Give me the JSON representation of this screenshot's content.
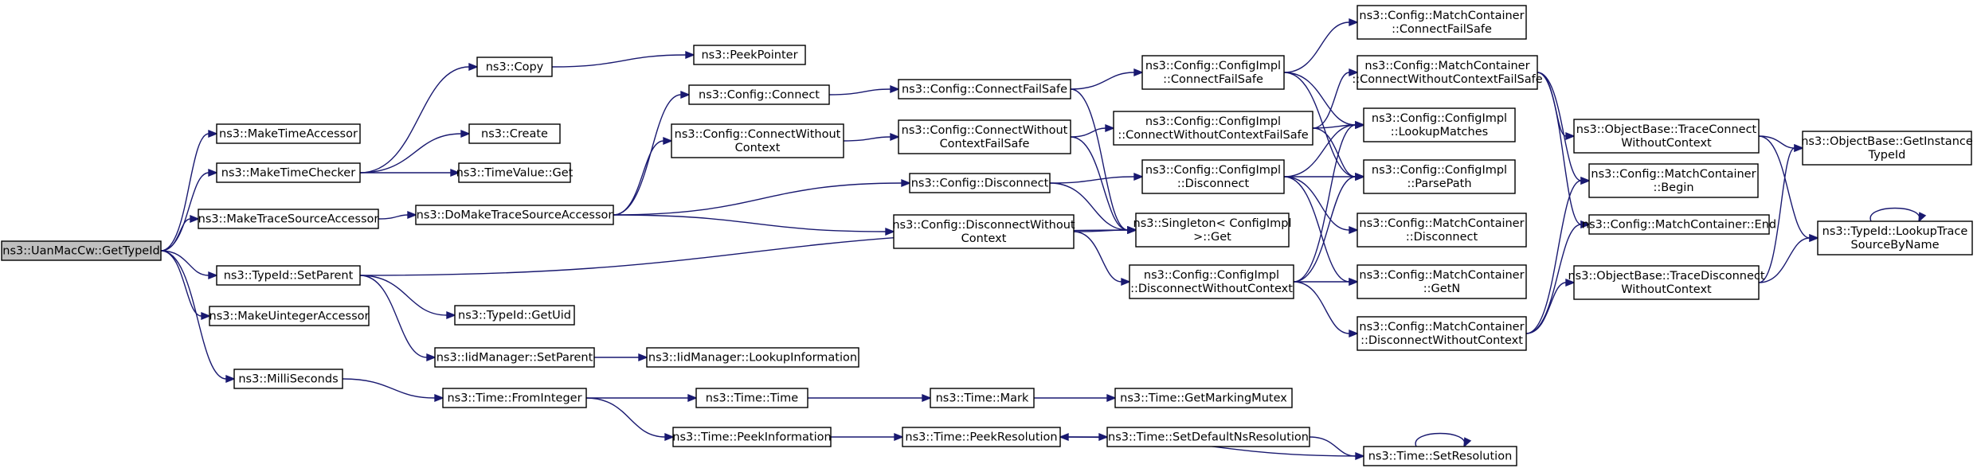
{
  "nodes": [
    {
      "id": "root",
      "lines": [
        "ns3::UanMacCw::GetTypeId"
      ],
      "root": true
    },
    {
      "id": "makeTimeAccessor",
      "lines": [
        "ns3::MakeTimeAccessor"
      ]
    },
    {
      "id": "makeTimeChecker",
      "lines": [
        "ns3::MakeTimeChecker"
      ]
    },
    {
      "id": "makeTraceSourceAccessor",
      "lines": [
        "ns3::MakeTraceSourceAccessor"
      ]
    },
    {
      "id": "typeIdSetParent",
      "lines": [
        "ns3::TypeId::SetParent"
      ]
    },
    {
      "id": "makeUintegerAccessor",
      "lines": [
        "ns3::MakeUintegerAccessor"
      ]
    },
    {
      "id": "milliSeconds",
      "lines": [
        "ns3::MilliSeconds"
      ]
    },
    {
      "id": "copy",
      "lines": [
        "ns3::Copy"
      ]
    },
    {
      "id": "create",
      "lines": [
        "ns3::Create"
      ]
    },
    {
      "id": "timeValueGet",
      "lines": [
        "ns3::TimeValue::Get"
      ]
    },
    {
      "id": "doMakeTraceSourceAccessor",
      "lines": [
        "ns3::DoMakeTraceSourceAccessor"
      ]
    },
    {
      "id": "typeIdGetUid",
      "lines": [
        "ns3::TypeId::GetUid"
      ]
    },
    {
      "id": "iidSetParent",
      "lines": [
        "ns3::IidManager::SetParent"
      ]
    },
    {
      "id": "timeFromInteger",
      "lines": [
        "ns3::Time::FromInteger"
      ]
    },
    {
      "id": "peekPointer",
      "lines": [
        "ns3::PeekPointer"
      ]
    },
    {
      "id": "configConnect",
      "lines": [
        "ns3::Config::Connect"
      ]
    },
    {
      "id": "configConnectWithoutContext",
      "lines": [
        "ns3::Config::ConnectWithout",
        "Context"
      ]
    },
    {
      "id": "iidLookupInformation",
      "lines": [
        "ns3::IidManager::LookupInformation"
      ]
    },
    {
      "id": "timeTime",
      "lines": [
        "ns3::Time::Time"
      ]
    },
    {
      "id": "timePeekInformation",
      "lines": [
        "ns3::Time::PeekInformation"
      ]
    },
    {
      "id": "configConnectFailSafe",
      "lines": [
        "ns3::Config::ConnectFailSafe"
      ]
    },
    {
      "id": "configConnectWithoutContextFailSafe",
      "lines": [
        "ns3::Config::ConnectWithout",
        "ContextFailSafe"
      ]
    },
    {
      "id": "configDisconnect",
      "lines": [
        "ns3::Config::Disconnect"
      ]
    },
    {
      "id": "configDisconnectWithoutContext",
      "lines": [
        "ns3::Config::DisconnectWithout",
        "Context"
      ]
    },
    {
      "id": "timeMark",
      "lines": [
        "ns3::Time::Mark"
      ]
    },
    {
      "id": "timePeekResolution",
      "lines": [
        "ns3::Time::PeekResolution"
      ]
    },
    {
      "id": "implConnectFailSafe",
      "lines": [
        "ns3::Config::ConfigImpl",
        "::ConnectFailSafe"
      ]
    },
    {
      "id": "implConnectWithoutContextFailSafe",
      "lines": [
        "ns3::Config::ConfigImpl",
        "::ConnectWithoutContextFailSafe"
      ]
    },
    {
      "id": "implDisconnect",
      "lines": [
        "ns3::Config::ConfigImpl",
        "::Disconnect"
      ]
    },
    {
      "id": "singletonGet",
      "lines": [
        "ns3::Singleton< ConfigImpl",
        ">::Get"
      ]
    },
    {
      "id": "implDisconnectWithoutContext",
      "lines": [
        "ns3::Config::ConfigImpl",
        "::DisconnectWithoutContext"
      ]
    },
    {
      "id": "timeGetMarkingMutex",
      "lines": [
        "ns3::Time::GetMarkingMutex"
      ]
    },
    {
      "id": "timeSetDefaultNsResolution",
      "lines": [
        "ns3::Time::SetDefaultNsResolution"
      ]
    },
    {
      "id": "mcConnectFailSafe",
      "lines": [
        "ns3::Config::MatchContainer",
        "::ConnectFailSafe"
      ]
    },
    {
      "id": "mcConnectWithoutContextFailSafe",
      "lines": [
        "ns3::Config::MatchContainer",
        "::ConnectWithoutContextFailSafe"
      ]
    },
    {
      "id": "implLookupMatches",
      "lines": [
        "ns3::Config::ConfigImpl",
        "::LookupMatches"
      ]
    },
    {
      "id": "implParsePath",
      "lines": [
        "ns3::Config::ConfigImpl",
        "::ParsePath"
      ]
    },
    {
      "id": "mcDisconnect",
      "lines": [
        "ns3::Config::MatchContainer",
        "::Disconnect"
      ]
    },
    {
      "id": "mcGetN",
      "lines": [
        "ns3::Config::MatchContainer",
        "::GetN"
      ]
    },
    {
      "id": "mcDisconnectWithoutContext",
      "lines": [
        "ns3::Config::MatchContainer",
        "::DisconnectWithoutContext"
      ]
    },
    {
      "id": "timeSetResolution",
      "lines": [
        "ns3::Time::SetResolution"
      ]
    },
    {
      "id": "mcBegin",
      "lines": [
        "ns3::Config::MatchContainer",
        "::Begin"
      ]
    },
    {
      "id": "mcEnd",
      "lines": [
        "ns3::Config::MatchContainer::End"
      ]
    },
    {
      "id": "obTraceConnectWithoutContext",
      "lines": [
        "ns3::ObjectBase::TraceConnect",
        "WithoutContext"
      ]
    },
    {
      "id": "obTraceDisconnectWithoutContext",
      "lines": [
        "ns3::ObjectBase::TraceDisconnect",
        "WithoutContext"
      ]
    },
    {
      "id": "obGetInstanceTypeId",
      "lines": [
        "ns3::ObjectBase::GetInstance",
        "TypeId"
      ]
    },
    {
      "id": "typeIdLookupTraceSourceByName",
      "lines": [
        "ns3::TypeId::LookupTrace",
        "SourceByName"
      ]
    }
  ],
  "edges": [
    [
      "root",
      "makeTimeAccessor"
    ],
    [
      "root",
      "makeTimeChecker"
    ],
    [
      "root",
      "makeTraceSourceAccessor"
    ],
    [
      "root",
      "typeIdSetParent"
    ],
    [
      "root",
      "makeUintegerAccessor"
    ],
    [
      "root",
      "milliSeconds"
    ],
    [
      "makeTimeChecker",
      "copy"
    ],
    [
      "makeTimeChecker",
      "create"
    ],
    [
      "makeTimeChecker",
      "timeValueGet"
    ],
    [
      "copy",
      "peekPointer"
    ],
    [
      "makeTraceSourceAccessor",
      "doMakeTraceSourceAccessor"
    ],
    [
      "doMakeTraceSourceAccessor",
      "configConnect"
    ],
    [
      "doMakeTraceSourceAccessor",
      "configConnectWithoutContext"
    ],
    [
      "doMakeTraceSourceAccessor",
      "configDisconnect"
    ],
    [
      "doMakeTraceSourceAccessor",
      "configDisconnectWithoutContext"
    ],
    [
      "typeIdSetParent",
      "typeIdGetUid"
    ],
    [
      "typeIdSetParent",
      "iidSetParent"
    ],
    [
      "typeIdSetParent",
      "singletonGet"
    ],
    [
      "iidSetParent",
      "iidLookupInformation"
    ],
    [
      "milliSeconds",
      "timeFromInteger"
    ],
    [
      "timeFromInteger",
      "timeTime"
    ],
    [
      "timeFromInteger",
      "timePeekInformation"
    ],
    [
      "timeTime",
      "timeMark"
    ],
    [
      "timeMark",
      "timeGetMarkingMutex"
    ],
    [
      "timePeekInformation",
      "timePeekResolution"
    ],
    [
      "timePeekResolution",
      "timeSetDefaultNsResolution"
    ],
    [
      "timeSetDefaultNsResolution",
      "timeSetResolution"
    ],
    [
      "timeSetResolution",
      "timePeekResolution"
    ],
    [
      "timeSetResolution",
      "timeSetResolution"
    ],
    [
      "configConnect",
      "configConnectFailSafe"
    ],
    [
      "configConnectWithoutContext",
      "configConnectWithoutContextFailSafe"
    ],
    [
      "configConnectFailSafe",
      "implConnectFailSafe"
    ],
    [
      "configConnectFailSafe",
      "singletonGet"
    ],
    [
      "configConnectWithoutContextFailSafe",
      "implConnectWithoutContextFailSafe"
    ],
    [
      "configConnectWithoutContextFailSafe",
      "singletonGet"
    ],
    [
      "configDisconnect",
      "implDisconnect"
    ],
    [
      "configDisconnect",
      "singletonGet"
    ],
    [
      "configDisconnectWithoutContext",
      "singletonGet"
    ],
    [
      "configDisconnectWithoutContext",
      "implDisconnectWithoutContext"
    ],
    [
      "implConnectFailSafe",
      "mcConnectFailSafe"
    ],
    [
      "implConnectFailSafe",
      "implLookupMatches"
    ],
    [
      "implConnectFailSafe",
      "implParsePath"
    ],
    [
      "implConnectWithoutContextFailSafe",
      "mcConnectWithoutContextFailSafe"
    ],
    [
      "implConnectWithoutContextFailSafe",
      "implLookupMatches"
    ],
    [
      "implConnectWithoutContextFailSafe",
      "implParsePath"
    ],
    [
      "implDisconnect",
      "implLookupMatches"
    ],
    [
      "implDisconnect",
      "implParsePath"
    ],
    [
      "implDisconnect",
      "mcDisconnect"
    ],
    [
      "implDisconnect",
      "mcGetN"
    ],
    [
      "implDisconnectWithoutContext",
      "implLookupMatches"
    ],
    [
      "implDisconnectWithoutContext",
      "implParsePath"
    ],
    [
      "implDisconnectWithoutContext",
      "mcGetN"
    ],
    [
      "implDisconnectWithoutContext",
      "mcDisconnectWithoutContext"
    ],
    [
      "mcConnectWithoutContextFailSafe",
      "mcBegin"
    ],
    [
      "mcConnectWithoutContextFailSafe",
      "mcEnd"
    ],
    [
      "mcConnectWithoutContextFailSafe",
      "obTraceConnectWithoutContext"
    ],
    [
      "mcDisconnectWithoutContext",
      "mcBegin"
    ],
    [
      "mcDisconnectWithoutContext",
      "mcEnd"
    ],
    [
      "mcDisconnectWithoutContext",
      "obTraceDisconnectWithoutContext"
    ],
    [
      "obTraceConnectWithoutContext",
      "obGetInstanceTypeId"
    ],
    [
      "obTraceConnectWithoutContext",
      "typeIdLookupTraceSourceByName"
    ],
    [
      "obTraceDisconnectWithoutContext",
      "obGetInstanceTypeId"
    ],
    [
      "obTraceDisconnectWithoutContext",
      "typeIdLookupTraceSourceByName"
    ],
    [
      "typeIdLookupTraceSourceByName",
      "typeIdLookupTraceSourceByName"
    ]
  ]
}
